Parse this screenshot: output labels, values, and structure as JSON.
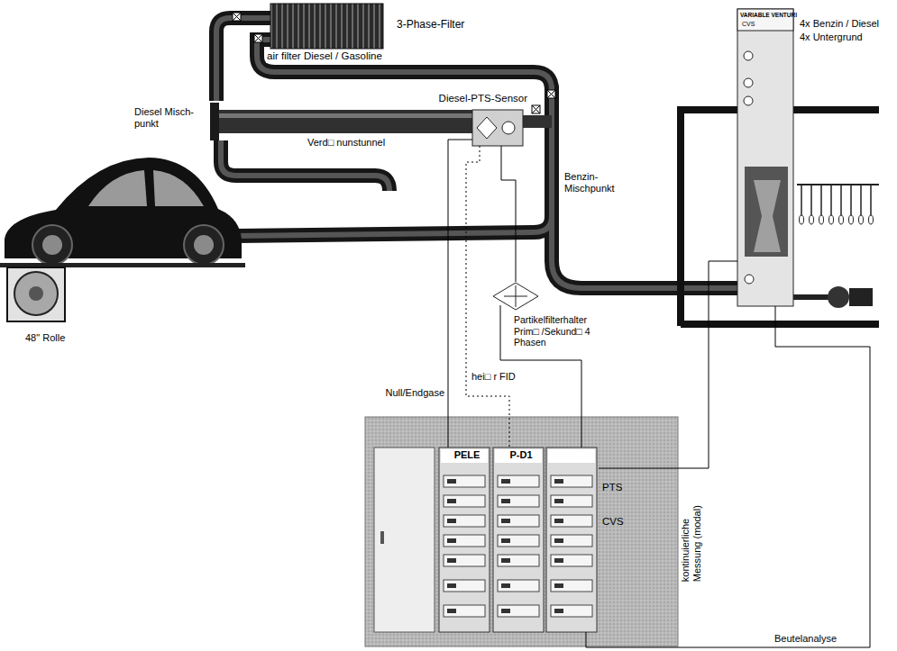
{
  "diagram": {
    "nodes": [
      {
        "text": [
          "3-Phase-Filter"
        ]
      },
      {
        "text": [
          "Diesel-PTS-Sensor"
        ]
      },
      {
        "text": [
          "VARIABLE VENTURI",
          "CVS"
        ]
      },
      {
        "text": [
          "Partikelfilterhalter Prim□ /Sekund□ 4 Phasen"
        ]
      },
      {
        "text": [
          "PELE"
        ]
      },
      {
        "text": [
          "P-D1"
        ]
      },
      {
        "text": [
          "PTS",
          "CVS"
        ]
      },
      {
        "text": [
          "48\" Rolle"
        ]
      }
    ],
    "edges": [
      {
        "from": 1,
        "to": 4,
        "arrow": "none"
      },
      {
        "from": 1,
        "to": 5,
        "arrow": "none"
      },
      {
        "from": 1,
        "to": 3,
        "arrow": "none"
      },
      {
        "from": 3,
        "to": 6,
        "arrow": "none"
      },
      {
        "from": 2,
        "to": 6,
        "arrow": "none"
      },
      {
        "from": 2,
        "to": 6,
        "arrow": "none"
      }
    ],
    "labels": [
      "air filter Diesel / Gasoline",
      "Diesel Misch- punkt",
      "Verd□ nunstunnel",
      "Benzin- Mischpunkt",
      "4x Benzin / Diesel",
      "4x Untergrund",
      "Null/Endgase",
      "hei□ r FID",
      "kontinuierliche Messung (modal)",
      "Beutelanalyse"
    ]
  }
}
